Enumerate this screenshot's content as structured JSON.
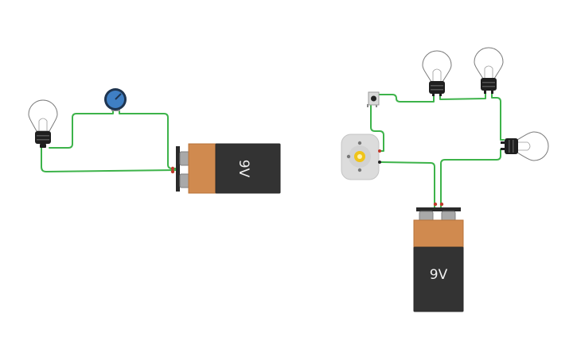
{
  "left_circuit": {
    "battery": {
      "label": "9V"
    },
    "components": [
      "light-bulb",
      "potentiometer",
      "9v-battery"
    ]
  },
  "right_circuit": {
    "battery": {
      "label": "9V"
    },
    "components": [
      "pushbutton",
      "dc-motor",
      "light-bulb",
      "light-bulb",
      "light-bulb",
      "9v-battery"
    ]
  },
  "colors": {
    "wire": "#3db34a",
    "battery_body": "#333333",
    "battery_cap": "#d08a4f",
    "potentiometer": "#3f7fc4",
    "motor_shaft": "#f0c419",
    "background": "#ffffff"
  }
}
